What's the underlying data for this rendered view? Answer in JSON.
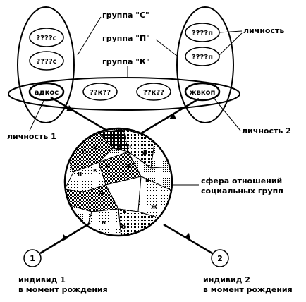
{
  "groups": {
    "c_label": "группа \"С\"",
    "p_label": "группа \"П\"",
    "k_label": "группа \"К\""
  },
  "members": {
    "c1": "????с",
    "c2": "????с",
    "p1": "????п",
    "p2": "????п",
    "k_adkos": "адкос",
    "k2": "??к??",
    "k3": "??к??",
    "k_zhvkop": "жвкоп"
  },
  "labels": {
    "lichnost": "личность",
    "lichnost1": "личность 1",
    "lichnost2": "личность 2",
    "sphere_line1": "сфера отношений",
    "sphere_line2": "социальных групп"
  },
  "individuals": {
    "one_num": "1",
    "two_num": "2",
    "one_line1": "индивид 1",
    "one_line2": "в момент рождения",
    "two_line1": "индивид 2",
    "two_line2": "в момент рождения"
  },
  "sphere_cells": {
    "n_top": "н",
    "k_top": "к",
    "d_top": "д",
    "p_top": "п",
    "d_right": "д",
    "n_left": "н",
    "k_mid": "к",
    "n_mid": "н",
    "zh_mid": "ж",
    "n_right": "н",
    "d_low": "д",
    "g": "г",
    "v": "в",
    "zh_right": "ж",
    "a": "а",
    "b": "б"
  },
  "colors": {
    "ink": "#000000",
    "paper": "#ffffff"
  }
}
